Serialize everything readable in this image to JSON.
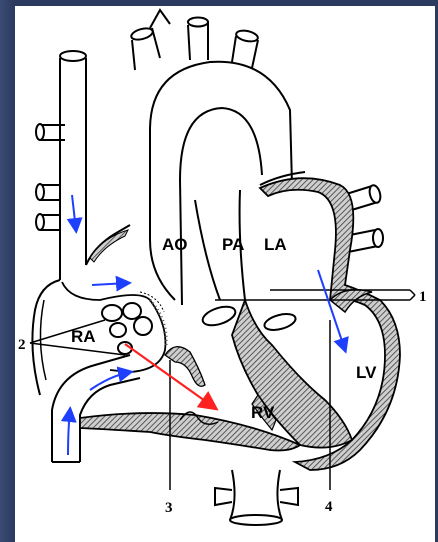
{
  "labels": {
    "ao": "AO",
    "pa": "PA",
    "la": "LA",
    "ra": "RA",
    "lv": "LV",
    "rv": "RV"
  },
  "callouts": {
    "one": "1",
    "two": "2",
    "three": "3",
    "four": "4"
  },
  "colors": {
    "background": "#2f3f66",
    "panel": "#ffffff",
    "outline": "#000000",
    "flow_arrow": "#1f3fff",
    "shunt_arrow": "#ff2020",
    "wall_fill": "#8c8c8c"
  }
}
